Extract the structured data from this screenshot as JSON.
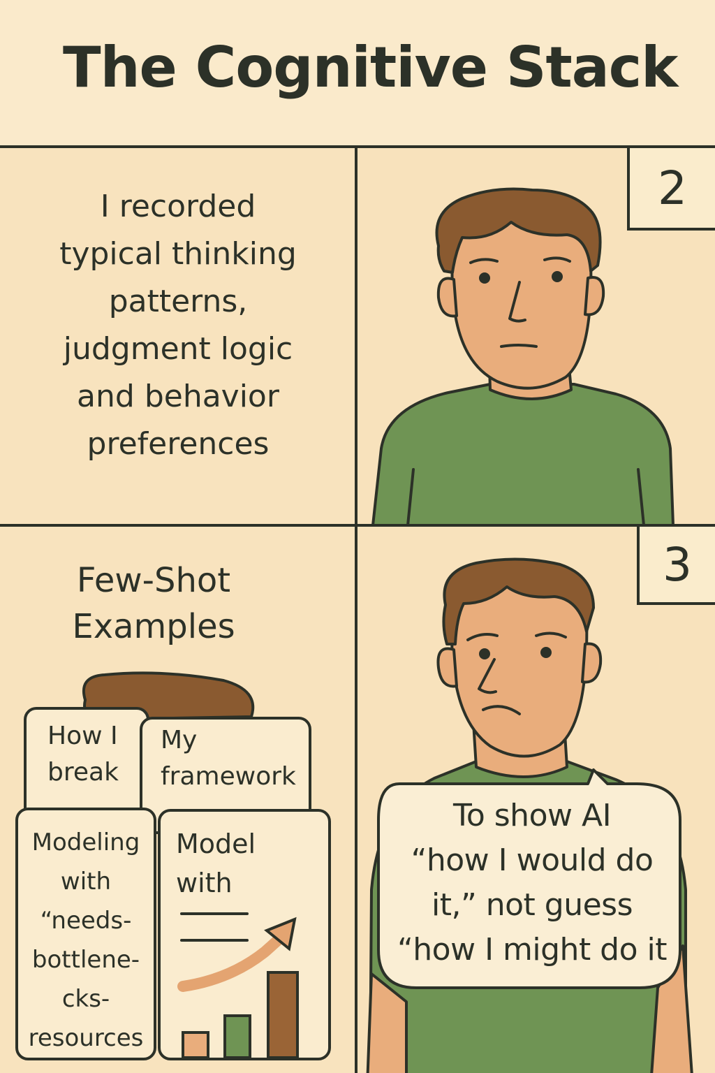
{
  "title": "The Cognitive Stack",
  "panel_1": {
    "caption_lines": [
      "I recorded",
      "typical thinking",
      "patterns,",
      "judgment logic",
      "and behavior",
      "preferences"
    ]
  },
  "panel_2": {
    "number": "2"
  },
  "panel_3": {
    "heading_lines": [
      "Few-Shot",
      "Examples"
    ],
    "cards": {
      "break": [
        "How I",
        "break"
      ],
      "framework": [
        "My",
        "framework"
      ],
      "modeling": [
        "Modeling",
        "with",
        "“needs-",
        "bottlene-",
        "cks-",
        "resources"
      ],
      "model": [
        "Model",
        "with"
      ]
    }
  },
  "panel_4": {
    "number": "3",
    "speech_lines": [
      "To show AI",
      "“how I would do",
      "it,” not guess",
      "“how I might do it"
    ]
  },
  "colors": {
    "background": "#f7e6c4",
    "ink": "#2c3128",
    "skin": "#e9ad7c",
    "hair": "#8a5a30",
    "shirt": "#6f9454"
  }
}
